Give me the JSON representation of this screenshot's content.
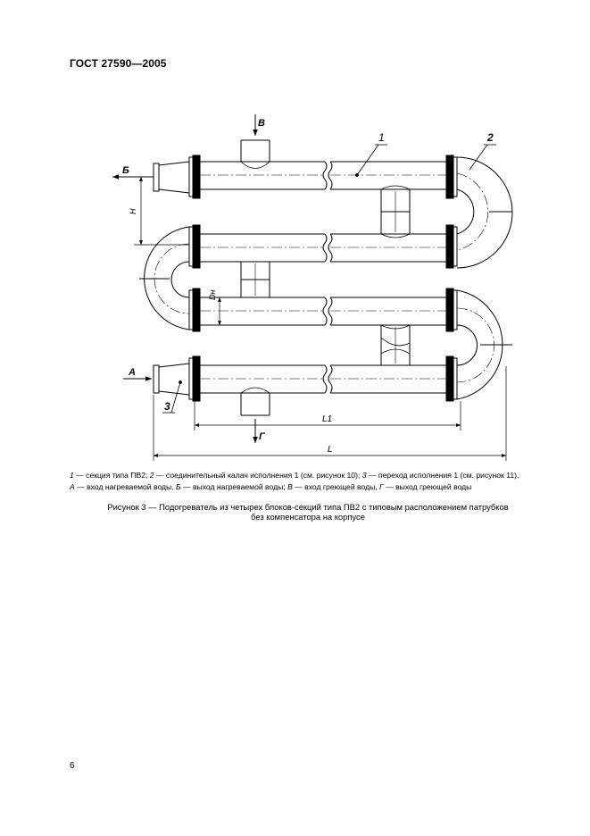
{
  "header": {
    "standard": "ГОСТ 27590—2005"
  },
  "figure": {
    "labels": {
      "section": "1",
      "u_bend": "2",
      "transition": "3",
      "inlet_a": "А",
      "outlet_b": "Б",
      "inlet_v": "В",
      "outlet_g": "Г",
      "dim_h": "Н",
      "dim_dn": "Dн",
      "dim_l1": "L1",
      "dim_l": "L"
    }
  },
  "legend": {
    "item1_num": "1",
    "item1_text": " — секция типа ПВ2; ",
    "item2_num": "2",
    "item2_text": " — соединительный калач исполнения 1 (см. рисунок 10); ",
    "item3_num": "3",
    "item3_text": " — переход исполнения 1 (см. рисунок 11),",
    "a_letter": "А",
    "a_text": " — вход нагреваемой воды, ",
    "b_letter": "Б",
    "b_text": " — выход нагреваемой воды; ",
    "v_letter": "В",
    "v_text": " — вход греющей воды, ",
    "g_letter": "Г",
    "g_text": " — выход греющей воды"
  },
  "caption": {
    "line1": "Рисунок 3 — Подогреватель из четырех блоков-секций типа ПВ2 с типовым расположением патрубков",
    "line2": "без компенсатора на корпусе"
  },
  "footer": {
    "page_number": "6"
  }
}
